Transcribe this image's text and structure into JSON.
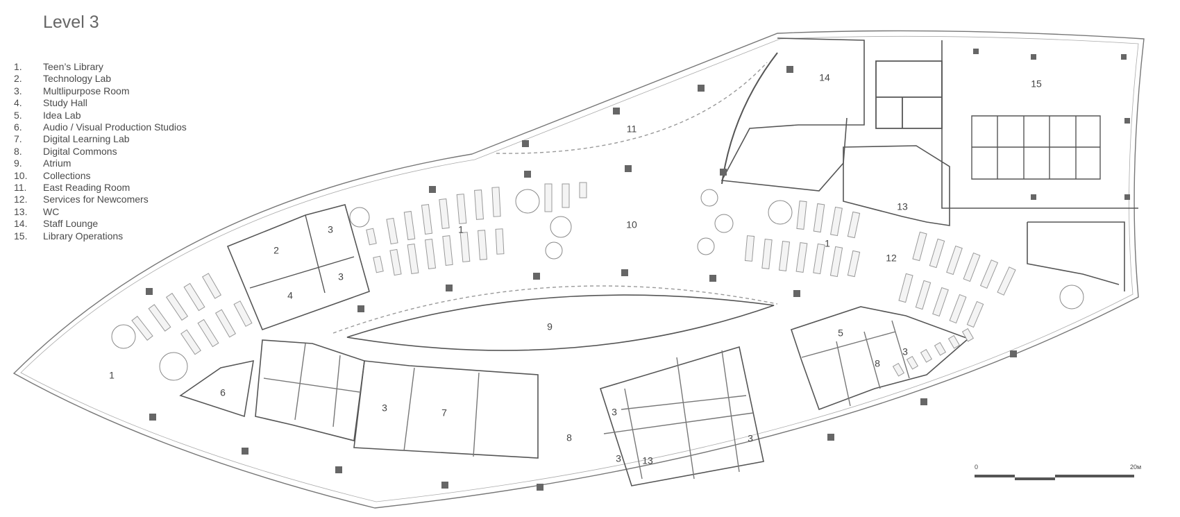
{
  "title": "Level 3",
  "legend": [
    {
      "num": "1.",
      "label": "Teen’s Library"
    },
    {
      "num": "2.",
      "label": "Technology Lab"
    },
    {
      "num": "3.",
      "label": "Multlipurpose Room"
    },
    {
      "num": "4.",
      "label": "Study Hall"
    },
    {
      "num": "5.",
      "label": "Idea Lab"
    },
    {
      "num": "6.",
      "label": "Audio / Visual Production Studios"
    },
    {
      "num": "7.",
      "label": "Digital Learning Lab"
    },
    {
      "num": "8.",
      "label": "Digital Commons"
    },
    {
      "num": "9.",
      "label": "Atrium"
    },
    {
      "num": "10.",
      "label": "Collections"
    },
    {
      "num": "11.",
      "label": "East Reading Room"
    },
    {
      "num": "12.",
      "label": "Services for Newcomers"
    },
    {
      "num": "13.",
      "label": "WC"
    },
    {
      "num": "14.",
      "label": "Staff Lounge"
    },
    {
      "num": "15.",
      "label": "Library Operations"
    }
  ],
  "room_labels": {
    "teens_library_west": "1",
    "teens_library_center": "1",
    "teens_library_east": "1",
    "tech_lab": "2",
    "multipurpose_a": "3",
    "multipurpose_b": "3",
    "multipurpose_c": "3",
    "multipurpose_d": "3",
    "multipurpose_e": "3",
    "multipurpose_f": "3",
    "multipurpose_g": "3",
    "study_hall": "4",
    "idea_lab": "5",
    "av_studios": "6",
    "digital_learning_lab": "7",
    "digital_commons_a": "8",
    "digital_commons_b": "8",
    "atrium": "9",
    "collections": "10",
    "east_reading_room": "11",
    "services_newcomers": "12",
    "wc_north": "13",
    "wc_south": "13",
    "staff_lounge": "14",
    "library_operations": "15"
  },
  "scale": {
    "start": "0",
    "end": "20м"
  }
}
